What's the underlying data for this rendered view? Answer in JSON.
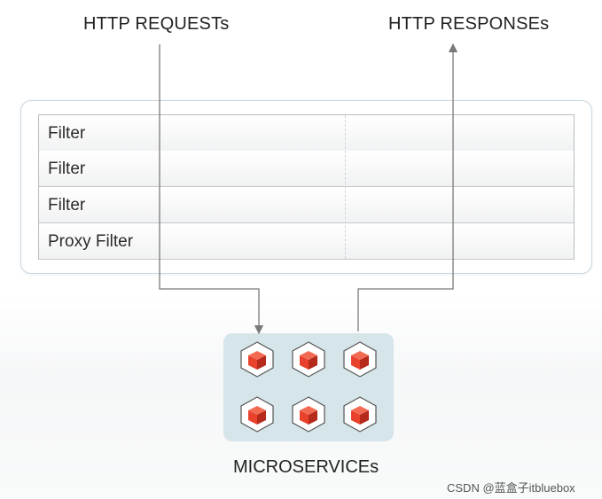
{
  "labels": {
    "requests": "HTTP REQUESTs",
    "responses": "HTTP RESPONSEs",
    "microservices": "MICROSERVICEs"
  },
  "filters": [
    {
      "label": "Filter"
    },
    {
      "label": "Filter"
    },
    {
      "label": "Filter"
    },
    {
      "label": "Proxy Filter"
    }
  ],
  "microservice_icons": [
    "cube-icon",
    "cube-icon",
    "cube-icon",
    "cube-icon",
    "cube-icon",
    "cube-icon"
  ],
  "watermark": "CSDN @蓝盒子itbluebox",
  "colors": {
    "cube_red": "#e8412c",
    "cube_dark_red": "#b52a1a",
    "ms_panel": "#d6e5ea",
    "line": "#7a7a7a"
  }
}
